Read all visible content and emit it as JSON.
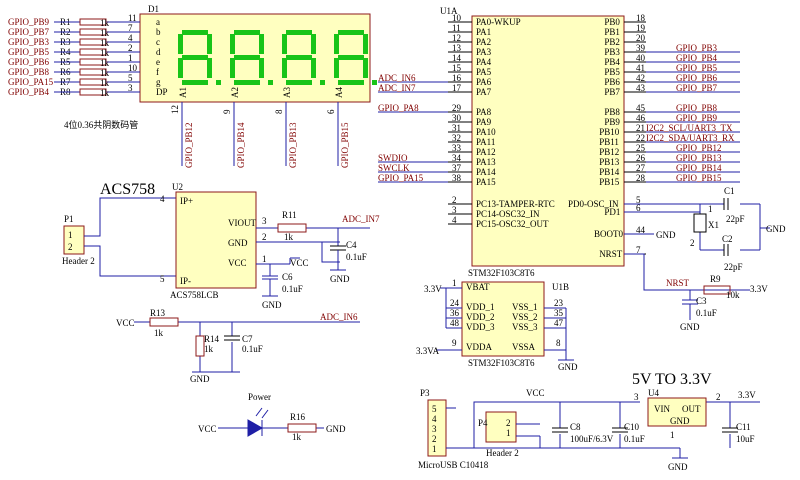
{
  "colors": {
    "component_fill": "#ffffc0",
    "wire": "#1f1fa6",
    "label": "#8c1a1a",
    "segment": "#18c418"
  },
  "d1": {
    "ref": "D1",
    "nets": [
      "GPIO_PB9",
      "GPIO_PB7",
      "GPIO_PB3",
      "GPIO_PB5",
      "GPIO_PB6",
      "GPIO_PB8",
      "GPIO_PA15",
      "GPIO_PB4"
    ],
    "resistors": [
      "R1",
      "R2",
      "R3",
      "R4",
      "R5",
      "R6",
      "R7",
      "R8"
    ],
    "res_value": "1k",
    "pin_numbers": [
      "11",
      "7",
      "4",
      "2",
      "1",
      "10",
      "5",
      "3"
    ],
    "seg_labels": [
      "a",
      "b",
      "c",
      "d",
      "e",
      "f",
      "g",
      "DP"
    ],
    "digit_labels": [
      "A1",
      "A2",
      "A3",
      "A4"
    ],
    "digit_nets": [
      "GPIO_PB12",
      "GPIO_PB14",
      "GPIO_PB13",
      "GPIO_PB15"
    ],
    "digit_pins": [
      "12",
      "9",
      "8",
      "6"
    ],
    "desc": "4位0.36共阴数码管"
  },
  "u1a": {
    "ref": "U1A",
    "part": "STM32F103C8T6",
    "left_pins": [
      "PA0-WKUP",
      "PA1",
      "PA2",
      "PA3",
      "PA4",
      "PA5",
      "PA6",
      "PA7",
      "PA8",
      "PA9",
      "PA10",
      "PA11",
      "PA12",
      "PA13",
      "PA14",
      "PA15",
      "PC13-TAMPER-RTC",
      "PC14-OSC32_IN",
      "PC15-OSC32_OUT"
    ],
    "left_nums": [
      "10",
      "11",
      "12",
      "13",
      "14",
      "15",
      "16",
      "17",
      "29",
      "30",
      "31",
      "32",
      "33",
      "34",
      "37",
      "38",
      "2",
      "3",
      "4"
    ],
    "right_pins": [
      "PB0",
      "PB1",
      "PB2",
      "PB3",
      "PB4",
      "PB5",
      "PB6",
      "PB7",
      "PB8",
      "PB9",
      "PB10",
      "PB11",
      "PB12",
      "PB13",
      "PB14",
      "PB15",
      "PD0-OSC_IN",
      "PD1",
      "BOOT0",
      "NRST"
    ],
    "right_nums": [
      "18",
      "19",
      "20",
      "39",
      "40",
      "41",
      "42",
      "43",
      "45",
      "46",
      "21",
      "22",
      "25",
      "26",
      "27",
      "28",
      "5",
      "6",
      "44",
      "7"
    ],
    "right_nets": [
      "GPIO_PB3",
      "GPIO_PB4",
      "GPIO_PB5",
      "GPIO_PB6",
      "GPIO_PB7",
      "GPIO_PB8",
      "GPIO_PB9",
      "I2C2_SCL/UART3_TX",
      "I2C2_SDA/UART3_RX",
      "GPIO_PB12",
      "GPIO_PB13",
      "GPIO_PB14",
      "GPIO_PB15"
    ],
    "left_nets": [
      "ADC_IN6",
      "ADC_IN7",
      "GPIO_PA8",
      "SWDIO",
      "SWCLK",
      "GPIO_PA15"
    ]
  },
  "u1b": {
    "ref": "U1B",
    "part": "STM32F103C8T6",
    "left_pins": [
      "VBAT",
      "VDD_1",
      "VDD_2",
      "VDD_3",
      "VDDA"
    ],
    "left_nums": [
      "1",
      "24",
      "36",
      "48",
      "9"
    ],
    "right_pins": [
      "VSS_1",
      "VSS_2",
      "VSS_3",
      "VSSA"
    ],
    "right_nums": [
      "23",
      "35",
      "47",
      "8"
    ],
    "nets": [
      "3.3V",
      "3.3VA"
    ]
  },
  "acs": {
    "title": "ACS758",
    "ref": "U2",
    "part": "ACS758LCB",
    "pins": [
      "IP+",
      "IP-",
      "VIOUT",
      "GND",
      "VCC"
    ],
    "nums": [
      "4",
      "5",
      "3",
      "2",
      "1"
    ],
    "p1_ref": "P1",
    "p1_part": "Header 2",
    "p1_pins": [
      "1",
      "2"
    ],
    "r11": "R11",
    "r11_val": "1k",
    "c4": "C4",
    "c4_val": "0.1uF",
    "c6": "C6",
    "c6_val": "0.1uF",
    "net_out": "ADC_IN7",
    "vcc": "VCC",
    "gnd": "GND"
  },
  "divider": {
    "vcc": "VCC",
    "r13": "R13",
    "r13_val": "1k",
    "r14": "R14",
    "r14_val": "1k",
    "c7": "C7",
    "c7_val": "0.1uF",
    "net": "ADC_IN6",
    "gnd": "GND"
  },
  "xtal": {
    "c1": "C1",
    "c1_val": "22pF",
    "c2": "C2",
    "c2_val": "22pF",
    "x1": "X1",
    "pin1": "1",
    "pin2": "2",
    "gnd": "GND"
  },
  "reset": {
    "net": "NRST",
    "r9": "R9",
    "r9_val": "10k",
    "c3": "C3",
    "c3_val": "0.1uF",
    "v": "3.3V",
    "gnd": "GND"
  },
  "power_led": {
    "label": "Power",
    "vcc": "VCC",
    "r16": "R16",
    "r16_val": "1k",
    "gnd": "GND"
  },
  "usb": {
    "ref": "P3",
    "part": "MicroUSB C10418",
    "pins": [
      "5",
      "4",
      "3",
      "2",
      "1"
    ],
    "p4_ref": "P4",
    "p4_part": "Header 2",
    "p4_pins": [
      "2",
      "1"
    ],
    "vcc": "VCC",
    "gnd": "GND"
  },
  "regulator": {
    "title": "5V TO 3.3V",
    "ref": "U4",
    "vin": "VIN",
    "out": "OUT",
    "gnd_pin": "GND",
    "pins": [
      "3",
      "2",
      "1"
    ],
    "c8": "C8",
    "c8_val": "100uF/6.3V",
    "c10": "C10",
    "c10_val": "0.1uF",
    "c11": "C11",
    "c11_val": "10uF",
    "v": "3.3V",
    "gnd": "GND"
  },
  "boot_gnd": "GND",
  "xtal_gnd": "GND",
  "u1b_gnd": "GND",
  "u1b_v": "3.3V",
  "u1b_va": "3.3VA"
}
